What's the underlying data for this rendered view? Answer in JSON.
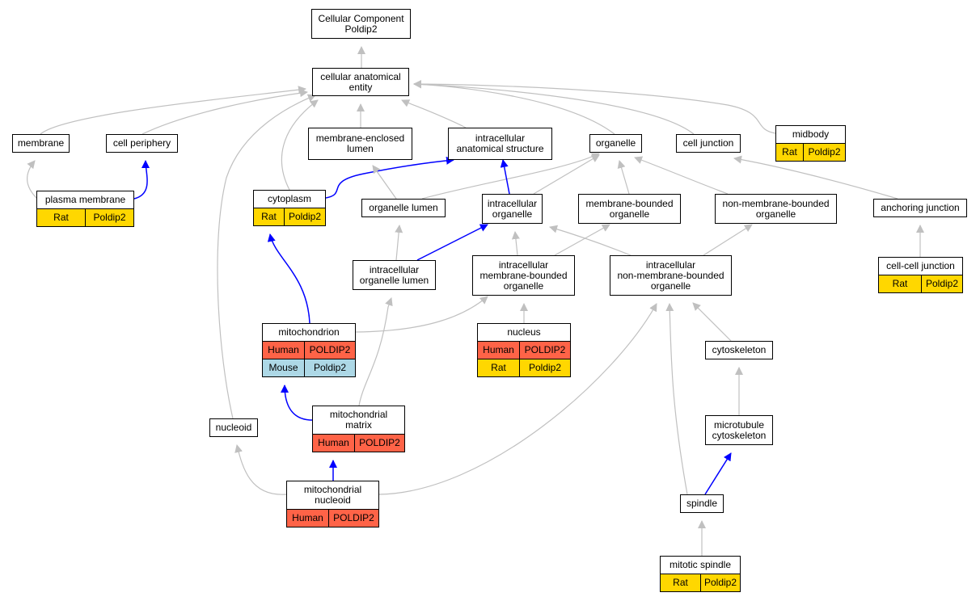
{
  "legend_colors": {
    "Human": "#ff6347",
    "Mouse": "#add8e6",
    "Rat": "#ffd700"
  },
  "edge_colors": {
    "is_a": "#c0c0c0",
    "part_of": "#0000ff"
  },
  "nodes": {
    "cc_root": {
      "label": "Cellular Component\nPoldip2",
      "annotations": []
    },
    "cell_anat": {
      "label": "cellular anatomical\nentity",
      "annotations": []
    },
    "membrane": {
      "label": "membrane",
      "annotations": []
    },
    "cell_periphery": {
      "label": "cell periphery",
      "annotations": []
    },
    "membrane_enclosed_lumen": {
      "label": "membrane-enclosed\nlumen",
      "annotations": []
    },
    "intracellular_anat": {
      "label": "intracellular\nanatomical structure",
      "annotations": []
    },
    "organelle": {
      "label": "organelle",
      "annotations": []
    },
    "cell_junction": {
      "label": "cell junction",
      "annotations": []
    },
    "midbody": {
      "label": "midbody",
      "annotations": [
        {
          "species": "Rat",
          "gene": "Poldip2"
        }
      ]
    },
    "plasma_membrane": {
      "label": "plasma membrane",
      "annotations": [
        {
          "species": "Rat",
          "gene": "Poldip2"
        }
      ]
    },
    "cytoplasm": {
      "label": "cytoplasm",
      "annotations": [
        {
          "species": "Rat",
          "gene": "Poldip2"
        }
      ]
    },
    "organelle_lumen": {
      "label": "organelle lumen",
      "annotations": []
    },
    "intracellular_organelle": {
      "label": "intracellular\norganelle",
      "annotations": []
    },
    "membrane_bounded_organelle": {
      "label": "membrane-bounded\norganelle",
      "annotations": []
    },
    "non_membrane_bounded_organelle": {
      "label": "non-membrane-bounded\norganelle",
      "annotations": []
    },
    "anchoring_junction": {
      "label": "anchoring junction",
      "annotations": []
    },
    "intracellular_organelle_lumen": {
      "label": "intracellular\norganelle lumen",
      "annotations": []
    },
    "intracellular_mb_organelle": {
      "label": "intracellular\nmembrane-bounded\norganelle",
      "annotations": []
    },
    "intracellular_nmb_organelle": {
      "label": "intracellular\nnon-membrane-bounded\norganelle",
      "annotations": []
    },
    "cell_cell_junction": {
      "label": "cell-cell junction",
      "annotations": [
        {
          "species": "Rat",
          "gene": "Poldip2"
        }
      ]
    },
    "mitochondrion": {
      "label": "mitochondrion",
      "annotations": [
        {
          "species": "Human",
          "gene": "POLDIP2"
        },
        {
          "species": "Mouse",
          "gene": "Poldip2"
        }
      ]
    },
    "nucleus": {
      "label": "nucleus",
      "annotations": [
        {
          "species": "Human",
          "gene": "POLDIP2"
        },
        {
          "species": "Rat",
          "gene": "Poldip2"
        }
      ]
    },
    "cytoskeleton": {
      "label": "cytoskeleton",
      "annotations": []
    },
    "nucleoid": {
      "label": "nucleoid",
      "annotations": []
    },
    "mitochondrial_matrix": {
      "label": "mitochondrial\nmatrix",
      "annotations": [
        {
          "species": "Human",
          "gene": "POLDIP2"
        }
      ]
    },
    "microtubule_cytoskeleton": {
      "label": "microtubule\ncytoskeleton",
      "annotations": []
    },
    "mitochondrial_nucleoid": {
      "label": "mitochondrial\nnucleoid",
      "annotations": [
        {
          "species": "Human",
          "gene": "POLDIP2"
        }
      ]
    },
    "spindle": {
      "label": "spindle",
      "annotations": []
    },
    "mitotic_spindle": {
      "label": "mitotic spindle",
      "annotations": [
        {
          "species": "Rat",
          "gene": "Poldip2"
        }
      ]
    }
  },
  "edges": [
    {
      "from": "cell_anat",
      "to": "cc_root",
      "type": "is_a"
    },
    {
      "from": "membrane",
      "to": "cell_anat",
      "type": "is_a"
    },
    {
      "from": "cell_periphery",
      "to": "cell_anat",
      "type": "is_a"
    },
    {
      "from": "membrane_enclosed_lumen",
      "to": "cell_anat",
      "type": "is_a"
    },
    {
      "from": "intracellular_anat",
      "to": "cell_anat",
      "type": "is_a"
    },
    {
      "from": "organelle",
      "to": "cell_anat",
      "type": "is_a"
    },
    {
      "from": "cell_junction",
      "to": "cell_anat",
      "type": "is_a"
    },
    {
      "from": "midbody",
      "to": "cell_anat",
      "type": "is_a"
    },
    {
      "from": "cytoplasm",
      "to": "cell_anat",
      "type": "is_a"
    },
    {
      "from": "nucleoid",
      "to": "cell_anat",
      "type": "is_a"
    },
    {
      "from": "plasma_membrane",
      "to": "membrane",
      "type": "is_a"
    },
    {
      "from": "plasma_membrane",
      "to": "cell_periphery",
      "type": "part_of"
    },
    {
      "from": "cytoplasm",
      "to": "intracellular_anat",
      "type": "part_of"
    },
    {
      "from": "organelle_lumen",
      "to": "membrane_enclosed_lumen",
      "type": "is_a"
    },
    {
      "from": "organelle_lumen",
      "to": "organelle",
      "type": "is_a"
    },
    {
      "from": "intracellular_organelle",
      "to": "intracellular_anat",
      "type": "part_of"
    },
    {
      "from": "intracellular_organelle",
      "to": "organelle",
      "type": "is_a"
    },
    {
      "from": "membrane_bounded_organelle",
      "to": "organelle",
      "type": "is_a"
    },
    {
      "from": "non_membrane_bounded_organelle",
      "to": "organelle",
      "type": "is_a"
    },
    {
      "from": "anchoring_junction",
      "to": "cell_junction",
      "type": "is_a"
    },
    {
      "from": "cell_cell_junction",
      "to": "anchoring_junction",
      "type": "is_a"
    },
    {
      "from": "intracellular_organelle_lumen",
      "to": "organelle_lumen",
      "type": "is_a"
    },
    {
      "from": "intracellular_organelle_lumen",
      "to": "intracellular_organelle",
      "type": "part_of"
    },
    {
      "from": "intracellular_mb_organelle",
      "to": "intracellular_organelle",
      "type": "is_a"
    },
    {
      "from": "intracellular_mb_organelle",
      "to": "membrane_bounded_organelle",
      "type": "is_a"
    },
    {
      "from": "intracellular_nmb_organelle",
      "to": "intracellular_organelle",
      "type": "is_a"
    },
    {
      "from": "intracellular_nmb_organelle",
      "to": "non_membrane_bounded_organelle",
      "type": "is_a"
    },
    {
      "from": "mitochondrion",
      "to": "cytoplasm",
      "type": "part_of"
    },
    {
      "from": "mitochondrion",
      "to": "intracellular_mb_organelle",
      "type": "is_a"
    },
    {
      "from": "nucleus",
      "to": "intracellular_mb_organelle",
      "type": "is_a"
    },
    {
      "from": "cytoskeleton",
      "to": "intracellular_nmb_organelle",
      "type": "is_a"
    },
    {
      "from": "mitochondrial_matrix",
      "to": "mitochondrion",
      "type": "part_of"
    },
    {
      "from": "mitochondrial_matrix",
      "to": "intracellular_organelle_lumen",
      "type": "is_a"
    },
    {
      "from": "microtubule_cytoskeleton",
      "to": "cytoskeleton",
      "type": "is_a"
    },
    {
      "from": "mitochondrial_nucleoid",
      "to": "mitochondrial_matrix",
      "type": "part_of"
    },
    {
      "from": "mitochondrial_nucleoid",
      "to": "nucleoid",
      "type": "is_a"
    },
    {
      "from": "mitochondrial_nucleoid",
      "to": "intracellular_nmb_organelle",
      "type": "is_a"
    },
    {
      "from": "spindle",
      "to": "microtubule_cytoskeleton",
      "type": "part_of"
    },
    {
      "from": "spindle",
      "to": "intracellular_nmb_organelle",
      "type": "is_a"
    },
    {
      "from": "mitotic_spindle",
      "to": "spindle",
      "type": "is_a"
    }
  ]
}
